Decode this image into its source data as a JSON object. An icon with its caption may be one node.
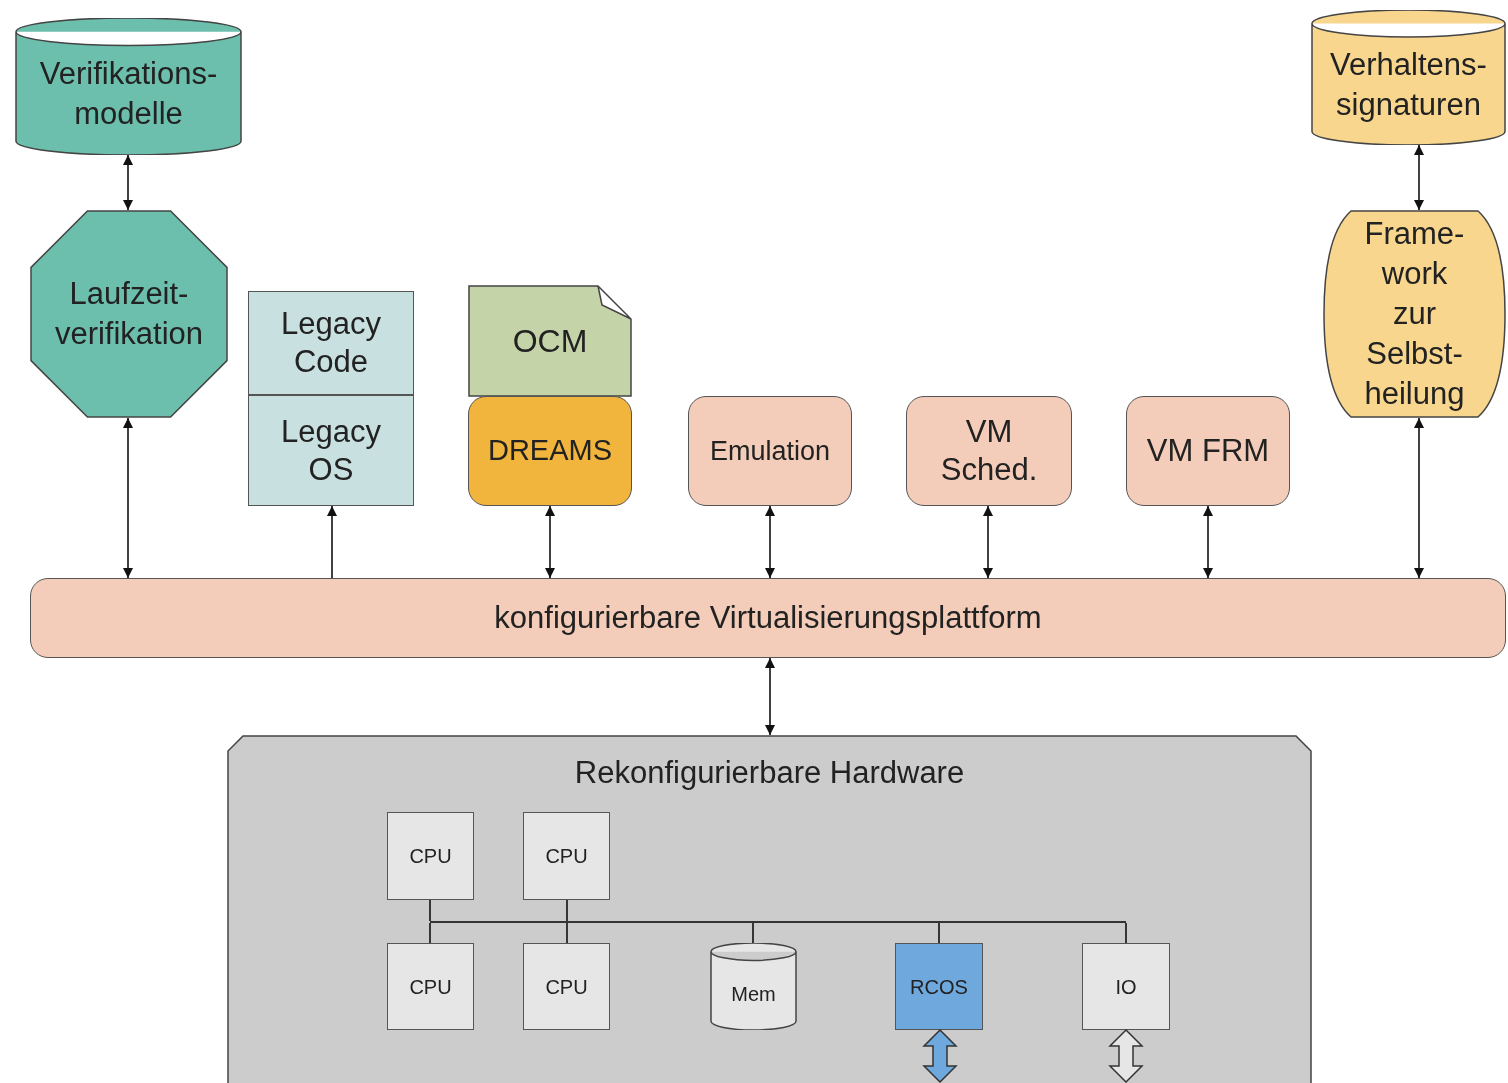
{
  "diagram": {
    "nodes": [
      {
        "text": [
          "Verifikations- modelle"
        ]
      },
      {
        "text": [
          "Laufzeit- verifikation"
        ]
      },
      {
        "text": [
          "Legacy Code"
        ]
      },
      {
        "text": [
          "Legacy OS"
        ]
      },
      {
        "text": [
          "OCM"
        ]
      },
      {
        "text": [
          "DREAMS"
        ]
      },
      {
        "text": [
          "Emulation"
        ]
      },
      {
        "text": [
          "VM Sched."
        ]
      },
      {
        "text": [
          "VM FRM"
        ]
      },
      {
        "text": [
          "Verhaltens- signaturen"
        ]
      },
      {
        "text": [
          "Frame- work zur Selbst- heilung"
        ]
      },
      {
        "text": [
          "konfigurierbare Virtualisierungsplattform"
        ]
      },
      {
        "text": [
          "Rekonfigurierbare Hardware"
        ]
      },
      {
        "text": [
          "CPU"
        ],
        "in": 12
      },
      {
        "text": [
          "CPU"
        ],
        "in": 12
      },
      {
        "text": [
          "CPU"
        ],
        "in": 12
      },
      {
        "text": [
          "CPU"
        ],
        "in": 12
      },
      {
        "text": [
          "Mem"
        ],
        "in": 12
      },
      {
        "text": [
          "RCOS"
        ],
        "in": 12
      },
      {
        "text": [
          "IO"
        ],
        "in": 12
      },
      {
        "text": [],
        "shape": "bar",
        "in": 12
      }
    ],
    "edges": [
      {
        "from": 0,
        "to": 1,
        "arrow": "both"
      },
      {
        "from": 1,
        "to": 11,
        "arrow": "both"
      },
      {
        "from": 11,
        "to": 3,
        "arrow": "to"
      },
      {
        "from": 5,
        "to": 11,
        "arrow": "both"
      },
      {
        "from": 6,
        "to": 11,
        "arrow": "both"
      },
      {
        "from": 7,
        "to": 11,
        "arrow": "both"
      },
      {
        "from": 8,
        "to": 11,
        "arrow": "both"
      },
      {
        "from": 9,
        "to": 10,
        "arrow": "both"
      },
      {
        "from": 10,
        "to": 11,
        "arrow": "both"
      },
      {
        "from": 11,
        "to": 12,
        "arrow": "both"
      },
      {
        "from": 13,
        "to": 20,
        "arrow": "none"
      },
      {
        "from": 14,
        "to": 20,
        "arrow": "none"
      },
      {
        "from": 15,
        "to": 20,
        "arrow": "none"
      },
      {
        "from": 16,
        "to": 20,
        "arrow": "none"
      },
      {
        "from": 17,
        "to": 20,
        "arrow": "none"
      },
      {
        "from": 18,
        "to": 20,
        "arrow": "none"
      },
      {
        "from": 19,
        "to": 20,
        "arrow": "none"
      },
      {
        "from": 18,
        "to": null,
        "arrow": "both",
        "style": "thick",
        "color": "#6fa8dc"
      },
      {
        "from": 19,
        "to": null,
        "arrow": "both",
        "style": "thick",
        "color": "#e6e6e6"
      }
    ]
  }
}
